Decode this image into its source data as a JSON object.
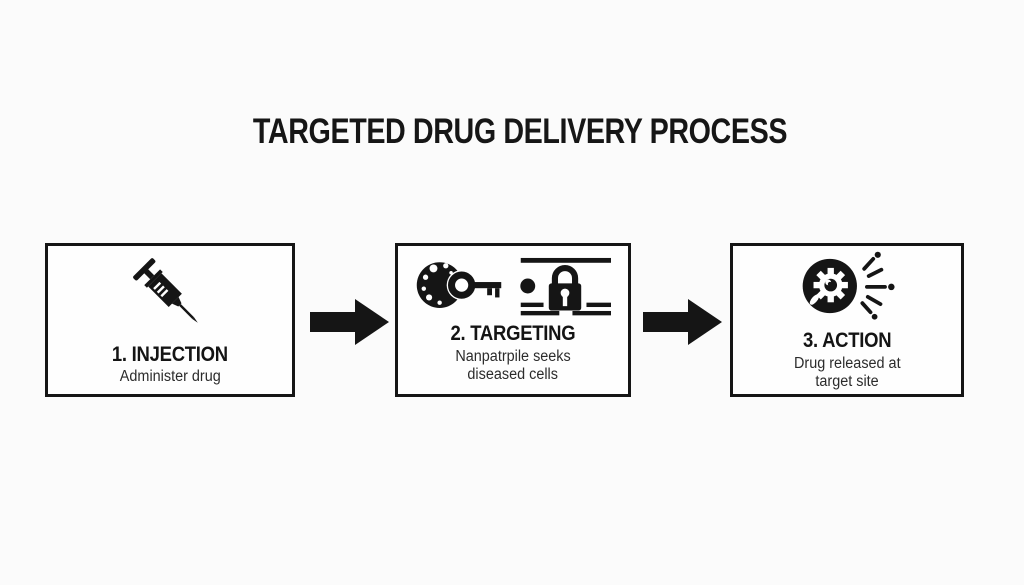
{
  "page": {
    "title": "TARGETED DRUG DELIVERY PROCESS"
  },
  "colors": {
    "ink": "#151515",
    "background": "#fbfbfb",
    "box_background": "#fefefe",
    "heading_text": "#141414",
    "description_text": "#2b2b2b"
  },
  "steps": [
    {
      "heading": "1. INJECTION",
      "description_lines": [
        "Administer drug"
      ],
      "icons": [
        "syringe-icon"
      ]
    },
    {
      "heading": "2. TARGETING",
      "description_lines": [
        "Nanpatrpile seeks",
        "diseased cells"
      ],
      "icons": [
        "nanoparticle-key-icon",
        "membrane-lock-icon"
      ]
    },
    {
      "heading": "3. ACTION",
      "description_lines": [
        "Drug released at",
        "target site"
      ],
      "icons": [
        "drug-release-burst-icon"
      ]
    }
  ],
  "connectors": {
    "type": "solid-right-arrow",
    "count": 2
  }
}
